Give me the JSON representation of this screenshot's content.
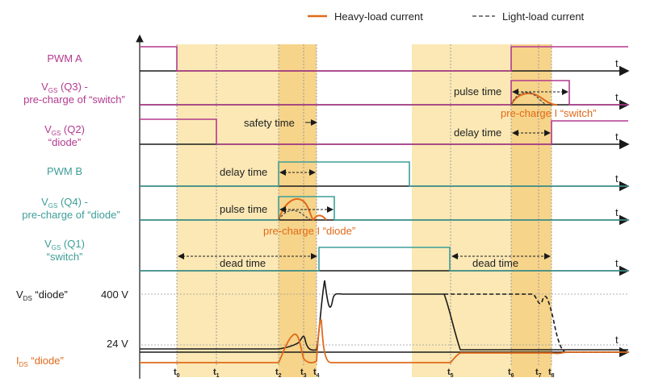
{
  "colors": {
    "magenta": "#b33a8f",
    "teal": "#3e9e98",
    "orange": "#e06a1a",
    "black": "#1a1a1a",
    "band_light": "#fbe8b4",
    "band_dark": "#f6d48a"
  },
  "legend": {
    "heavy": "Heavy-load current",
    "light": "Light-load current"
  },
  "signals": {
    "pwm_a": "PWM A",
    "vgs_q3_main": "V",
    "vgs_q3_sub": "GS",
    "vgs_q3_rest": " (Q3) -",
    "vgs_q3_line2": "pre-charge of “switch”",
    "vgs_q2_main": "V",
    "vgs_q2_sub": "GS",
    "vgs_q2_rest": " (Q2)",
    "vgs_q2_line2": "“diode”",
    "pwm_b": "PWM B",
    "vgs_q4_main": "V",
    "vgs_q4_sub": "GS",
    "vgs_q4_rest": " (Q4) -",
    "vgs_q4_line2": "pre-charge of “diode”",
    "vgs_q1_main": "V",
    "vgs_q1_sub": "GS",
    "vgs_q1_rest": " (Q1)",
    "vgs_q1_line2": "“switch”",
    "vds_main": "V",
    "vds_sub": "DS",
    "vds_rest": " “diode”",
    "ids_main": "I",
    "ids_sub": "DS",
    "ids_rest": " “diode”"
  },
  "levels": {
    "v400": "400 V",
    "v24": "24 V"
  },
  "annotations": {
    "safety_time": "safety time",
    "delay_time_left": "delay time",
    "pulse_time_left": "pulse time",
    "precharge_diode": "pre-charge I “diode”",
    "dead_time_left": "dead time",
    "pulse_time_right": "pulse time",
    "precharge_switch": "pre-charge I “switch”",
    "delay_time_right": "delay time",
    "dead_time_right": "dead time"
  },
  "time_axis": "t",
  "ticks": [
    {
      "main": "t",
      "sub": "0"
    },
    {
      "main": "t",
      "sub": "1"
    },
    {
      "main": "t",
      "sub": "2"
    },
    {
      "main": "t",
      "sub": "3"
    },
    {
      "main": "t",
      "sub": "4"
    },
    {
      "main": "t",
      "sub": "5"
    },
    {
      "main": "t",
      "sub": "6"
    },
    {
      "main": "t",
      "sub": "7"
    },
    {
      "main": "t",
      "sub": "8"
    }
  ]
}
